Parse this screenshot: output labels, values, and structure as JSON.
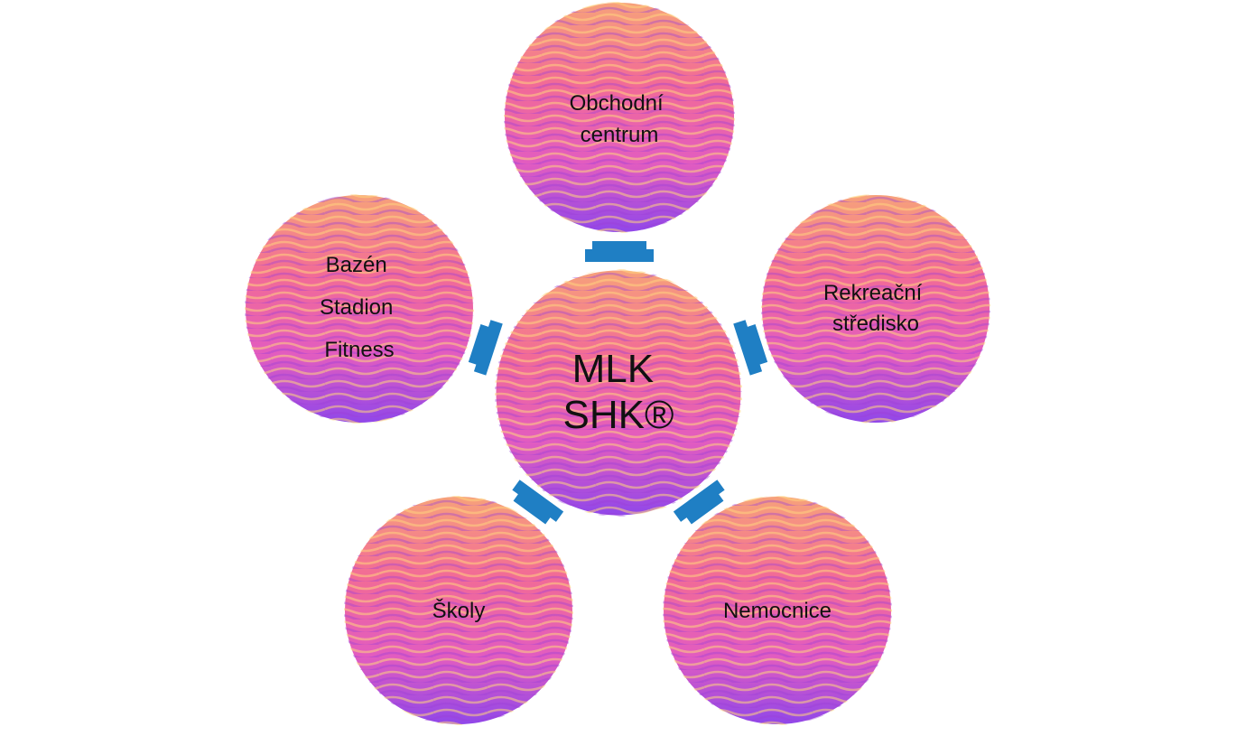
{
  "diagram": {
    "center": {
      "lines": [
        "MLK",
        "SHK®"
      ]
    },
    "nodes": [
      {
        "id": "top",
        "lines": [
          "Obchodní",
          "centrum"
        ]
      },
      {
        "id": "right",
        "lines": [
          "Rekreační",
          "středisko"
        ]
      },
      {
        "id": "bottom-right",
        "lines": [
          "Nemocnice"
        ]
      },
      {
        "id": "bottom-left",
        "lines": [
          "Školy"
        ]
      },
      {
        "id": "left",
        "lines": [
          "Bazén",
          "Stadion",
          "Fitness"
        ]
      }
    ]
  },
  "colors": {
    "circle_top": "#f7a27a",
    "circle_mid": "#f06aa0",
    "circle_bottom": "#9b4ce8",
    "stripe_light": "#ffd27d",
    "stripe_dark": "#a14de3",
    "arrow": "#1f7fc4",
    "text": "#111111"
  }
}
